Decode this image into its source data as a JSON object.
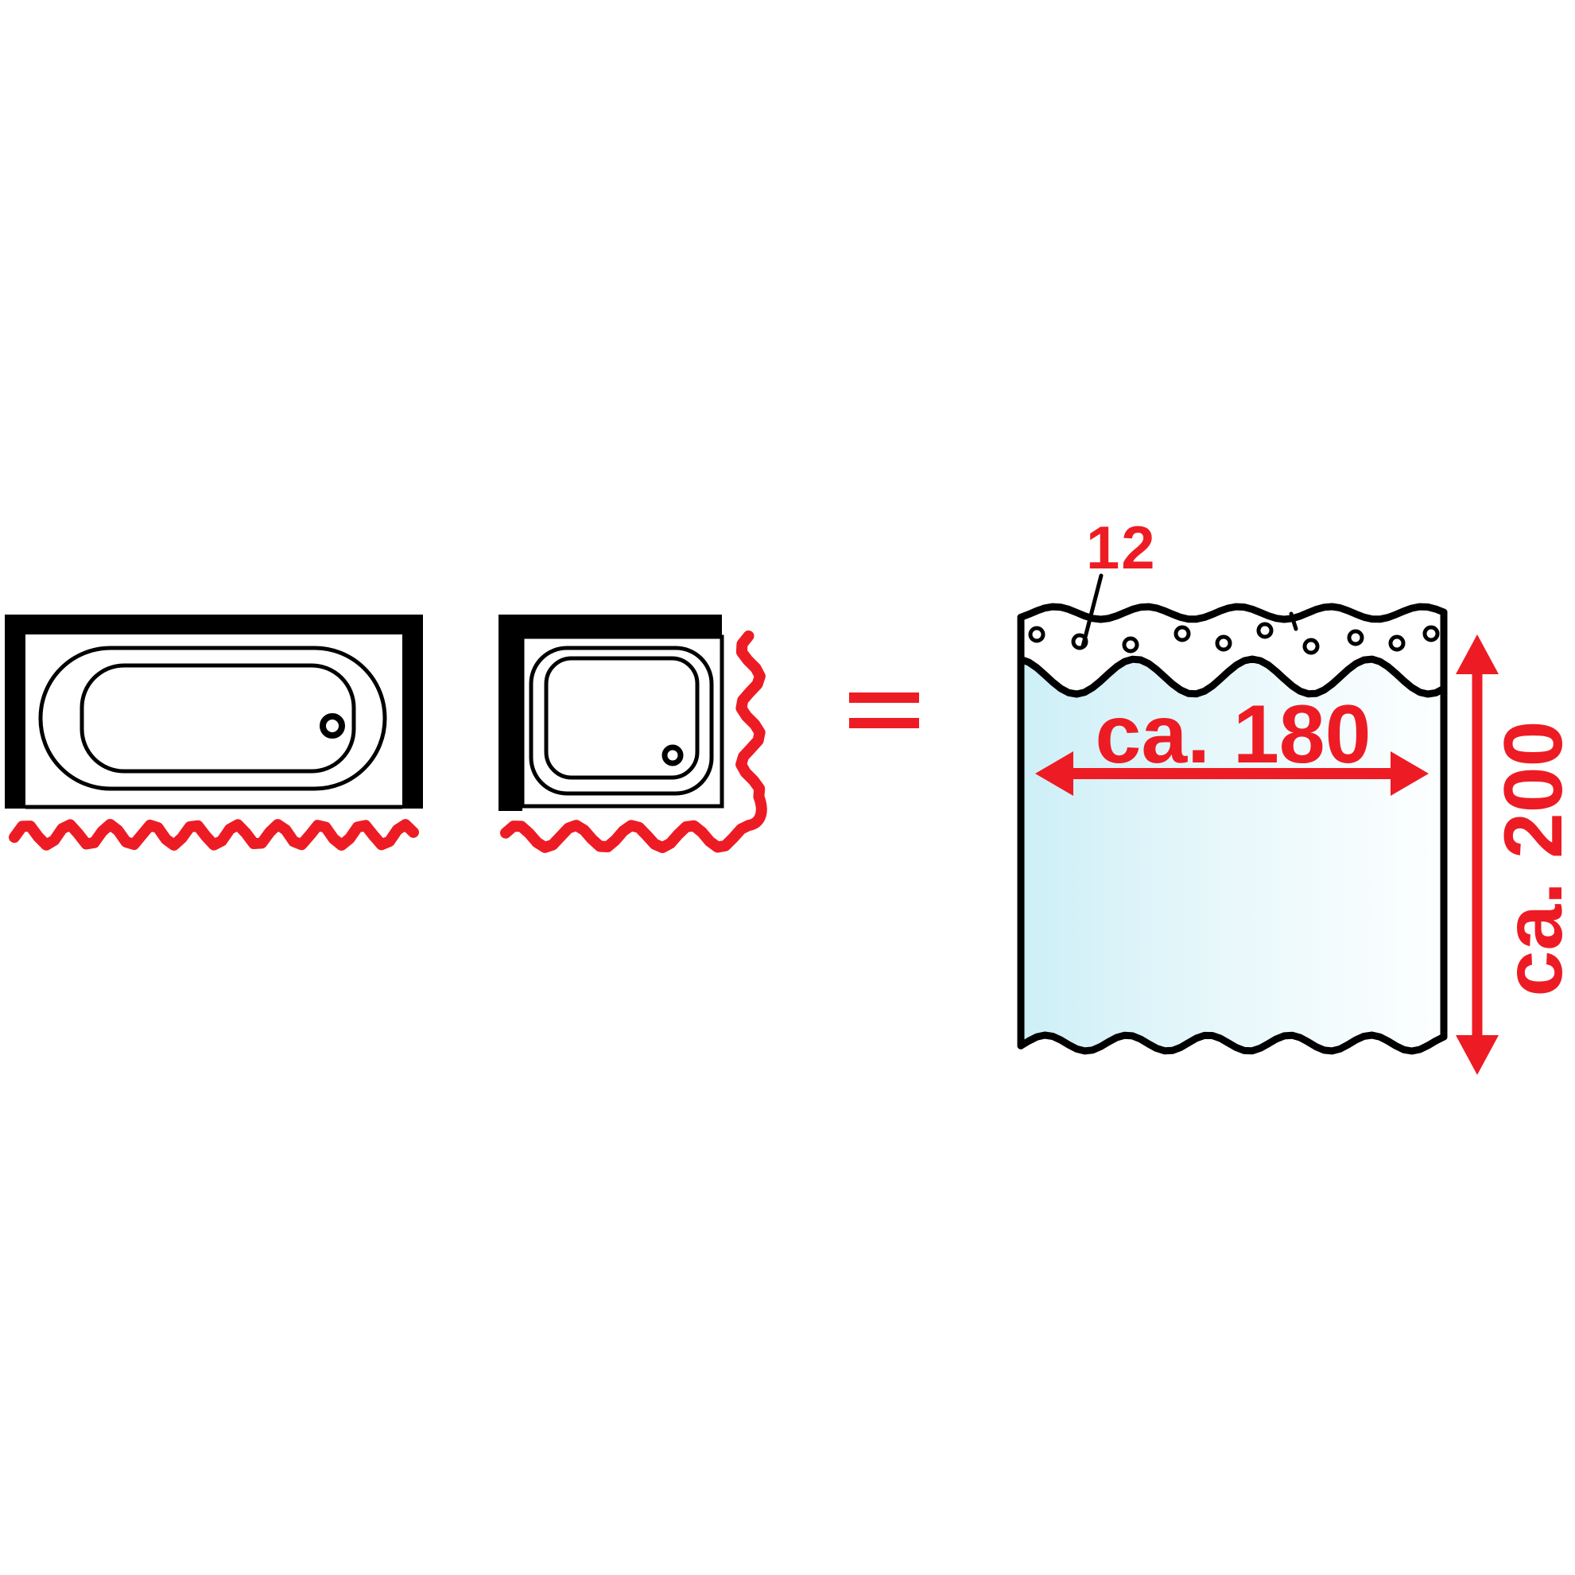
{
  "colors": {
    "bg": "#ffffff",
    "ink": "#000000",
    "red": "#ed1c24",
    "curtain_left": "#cdeff7",
    "curtain_mid": "#e9f8fb",
    "curtain_right": "#fdffff"
  },
  "bathtub": {
    "icon": "bathtub-top-view-icon"
  },
  "shower_tray": {
    "icon": "shower-tray-top-view-icon"
  },
  "equivalence": {
    "icon": "equals-icon"
  },
  "curtain": {
    "icon": "shower-curtain-icon",
    "eyelet_count_label": "12",
    "eyelets_visible": 10,
    "width_label": "ca. 180",
    "height_label": "ca. 200"
  }
}
